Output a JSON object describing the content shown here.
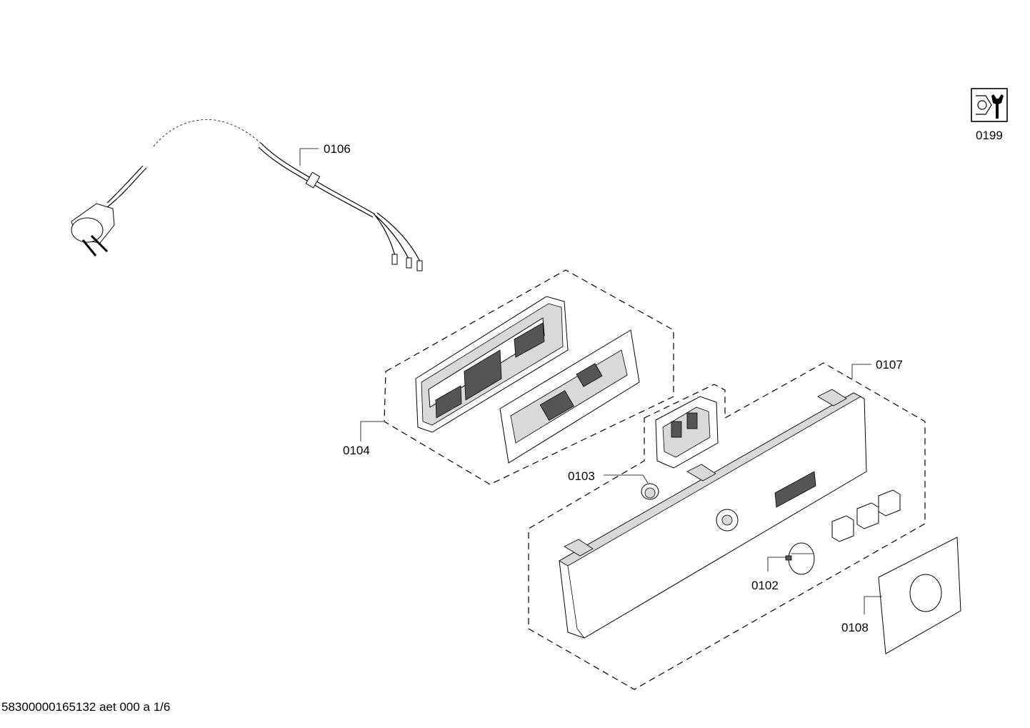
{
  "labels": {
    "power_cord": "0106",
    "service_tool": "0199",
    "control_module": "0104",
    "control_panel": "0107",
    "button": "0103",
    "knob": "0102",
    "cover_plate": "0108"
  },
  "footer": {
    "document_id": "58300000165132 aet 000 a 1/6"
  },
  "icons": {
    "service": "wrench-icon"
  }
}
